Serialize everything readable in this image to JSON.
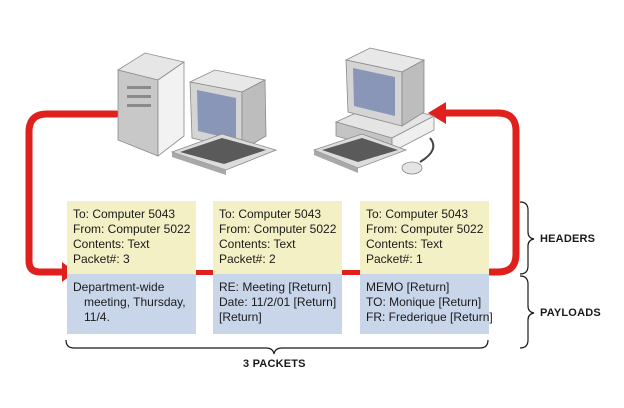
{
  "packets": [
    {
      "header": [
        "To: Computer 5043",
        "From: Computer 5022",
        "Contents: Text",
        "Packet#: 3"
      ],
      "payload": [
        "Department-wide",
        "meeting, Thursday,",
        "11/4."
      ]
    },
    {
      "header": [
        "To: Computer 5043",
        "From: Computer 5022",
        "Contents: Text",
        "Packet#: 2"
      ],
      "payload": [
        "RE: Meeting [Return]",
        "Date: 11/2/01 [Return]",
        "[Return]"
      ]
    },
    {
      "header": [
        "To: Computer 5043",
        "From: Computer 5022",
        "Contents: Text",
        "Packet#: 1"
      ],
      "payload": [
        "MEMO [Return]",
        "TO: Monique [Return]",
        "FR: Frederique [Return]"
      ]
    }
  ],
  "labels": {
    "headers": "HEADERS",
    "payloads": "PAYLOADS",
    "packets": "3 PACKETS"
  },
  "colors": {
    "arrow": "#e0201c",
    "header_bg": "#f4f0c6",
    "payload_bg": "#c9d6ea"
  }
}
